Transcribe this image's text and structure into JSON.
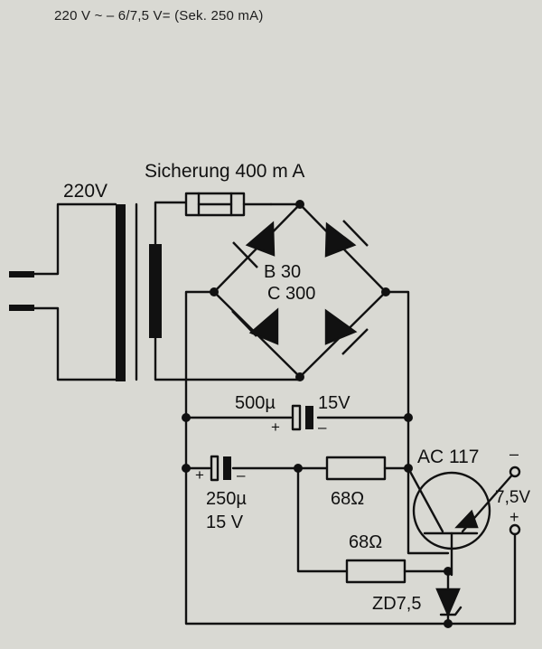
{
  "header": "220 V ~ – 6/7,5 V= (Sek. 250 mA)",
  "labels": {
    "primary_voltage": "220V",
    "fuse": "Sicherung 400 m A",
    "rectifier_line1": "B 30",
    "rectifier_line2": "C 300",
    "cap1_value": "500µ",
    "cap1_voltage": "15V",
    "cap1_plus": "+",
    "cap1_minus": "–",
    "cap2_plus": "+",
    "cap2_minus": "–",
    "cap2_value": "250µ",
    "cap2_voltage": "15 V",
    "resistor1": "68Ω",
    "resistor2": "68Ω",
    "transistor": "AC 117",
    "out_minus": "–",
    "out_voltage": "7,5V",
    "out_plus": "+",
    "zener": "ZD7,5"
  },
  "colors": {
    "background": "#d9d9d3",
    "ink": "#111111"
  }
}
